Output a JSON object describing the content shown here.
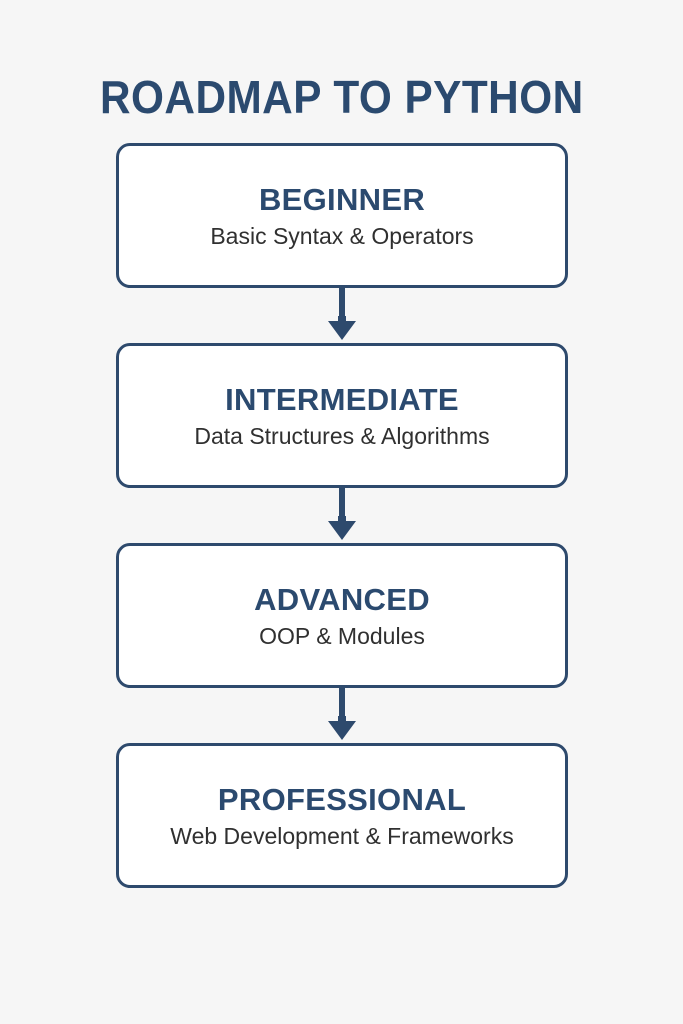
{
  "page": {
    "title": "ROADMAP TO PYTHON",
    "background_color": "#f6f6f6"
  },
  "theme": {
    "accent_navy": "#2b4a6f",
    "border_navy": "#2e4a6d",
    "box_fill": "#ffffff",
    "subtitle_color": "#303030"
  },
  "flow": {
    "arrow_icon": "arrow-down-icon",
    "stages": [
      {
        "level": "BEGINNER",
        "topic": "Basic Syntax & Operators"
      },
      {
        "level": "INTERMEDIATE",
        "topic": "Data Structures & Algorithms"
      },
      {
        "level": "ADVANCED",
        "topic": "OOP & Modules"
      },
      {
        "level": "PROFESSIONAL",
        "topic": "Web Development & Frameworks"
      }
    ]
  }
}
